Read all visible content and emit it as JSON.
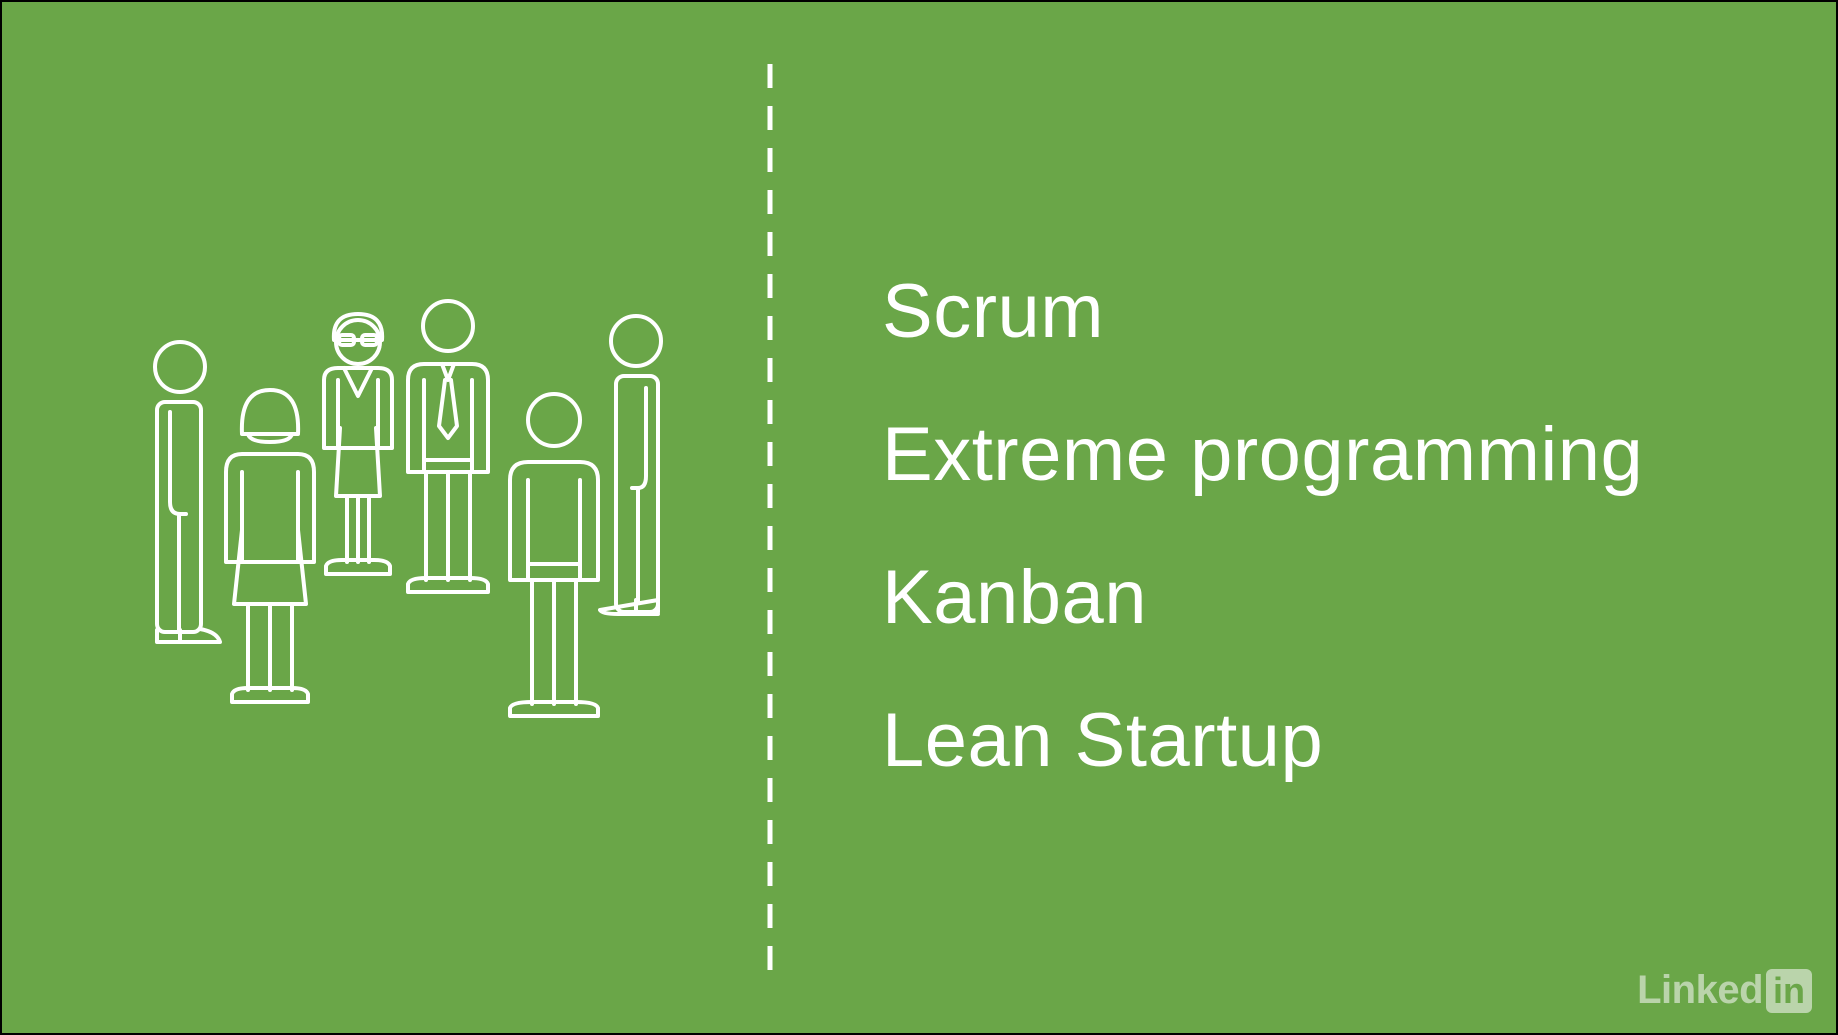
{
  "slide": {
    "background": "#6aa648",
    "foreground": "#ffffff"
  },
  "illustration": {
    "icon": "team-people-icon"
  },
  "methods": [
    "Scrum",
    "Extreme programming",
    "Kanban",
    "Lean Startup"
  ],
  "watermark": {
    "text": "Linked",
    "box_text": "in"
  }
}
